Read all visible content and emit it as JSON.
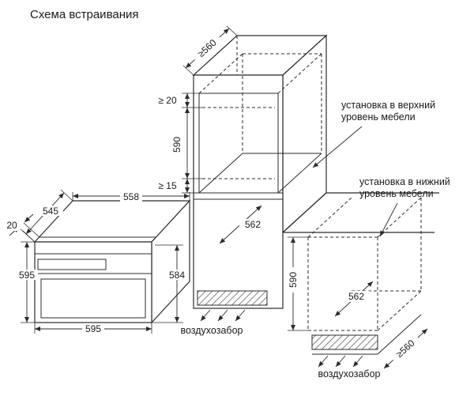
{
  "title": "Схема встраивания",
  "colors": {
    "line": "#2b2b2b",
    "text": "#1a1a1a",
    "background": "#ffffff"
  },
  "oven": {
    "depth": "545",
    "width_top": "558",
    "front_frame": "20",
    "height_front": "595",
    "height_side": "584",
    "width_bottom": "595"
  },
  "cabinet": {
    "depth_top": "≥560",
    "gap_top": "≥ 20",
    "niche_height": "590",
    "gap_bottom": "≥ 15",
    "niche_depth": "562",
    "note_upper_line1": "установка в верхний",
    "note_upper_line2": "уровень мебели",
    "note_lower_line1": "установка в нижний",
    "note_lower_line2": "уровень мебели",
    "air_intake": "воздухозабор"
  },
  "base": {
    "niche_height": "590",
    "niche_depth": "562",
    "depth_bottom": "≥560",
    "air_intake": "воздухозабор"
  }
}
